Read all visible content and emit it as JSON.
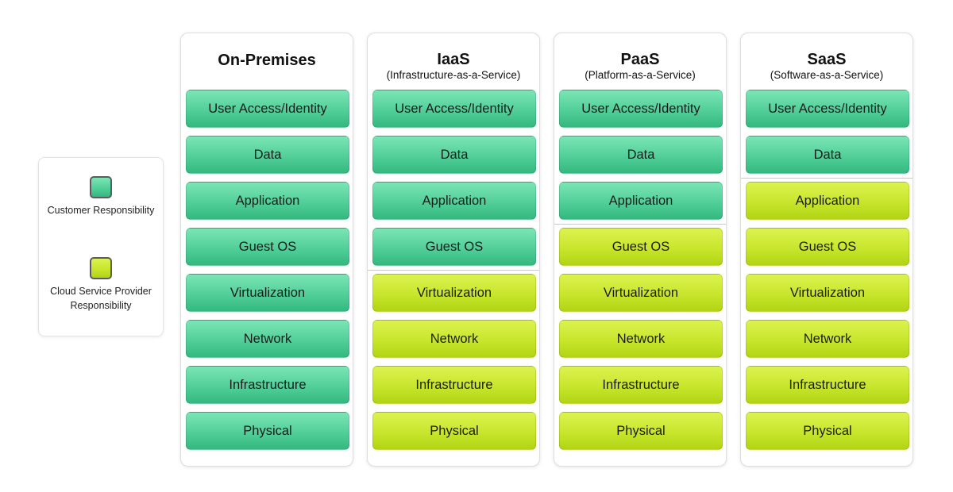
{
  "legend": {
    "customer": {
      "label": "Customer Responsibility",
      "color": "#52cf99"
    },
    "provider": {
      "label": "Cloud Service Provider Responsibility",
      "color": "#c8e62c"
    }
  },
  "columns": [
    {
      "title": "On-Premises",
      "subtitle": "",
      "customer_layers": 8,
      "layers": [
        "User Access/Identity",
        "Data",
        "Application",
        "Guest OS",
        "Virtualization",
        "Network",
        "Infrastructure",
        "Physical"
      ]
    },
    {
      "title": "IaaS",
      "subtitle": "(Infrastructure-as-a-Service)",
      "customer_layers": 4,
      "layers": [
        "User Access/Identity",
        "Data",
        "Application",
        "Guest OS",
        "Virtualization",
        "Network",
        "Infrastructure",
        "Physical"
      ]
    },
    {
      "title": "PaaS",
      "subtitle": "(Platform-as-a-Service)",
      "customer_layers": 3,
      "layers": [
        "User Access/Identity",
        "Data",
        "Application",
        "Guest OS",
        "Virtualization",
        "Network",
        "Infrastructure",
        "Physical"
      ]
    },
    {
      "title": "SaaS",
      "subtitle": "(Software-as-a-Service)",
      "customer_layers": 2,
      "layers": [
        "User Access/Identity",
        "Data",
        "Application",
        "Guest OS",
        "Virtualization",
        "Network",
        "Infrastructure",
        "Physical"
      ]
    }
  ]
}
